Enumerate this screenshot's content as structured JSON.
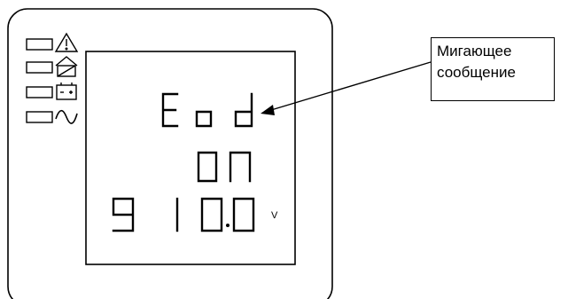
{
  "callout": {
    "line1": "Мигающее",
    "line2": "сообщение"
  },
  "display": {
    "row1": "Eod",
    "row2": "ON",
    "row3_left": "9",
    "row3_value": "10.0",
    "unit": "V"
  },
  "indicators": [
    {
      "name": "alarm",
      "icon": "warning-triangle-icon",
      "lit": false
    },
    {
      "name": "bypass",
      "icon": "house-icon",
      "lit": false
    },
    {
      "name": "battery",
      "icon": "battery-icon",
      "lit": false
    },
    {
      "name": "mains",
      "icon": "sine-wave-icon",
      "lit": false
    }
  ],
  "colors": {
    "stroke": "#000000",
    "background": "#ffffff"
  }
}
